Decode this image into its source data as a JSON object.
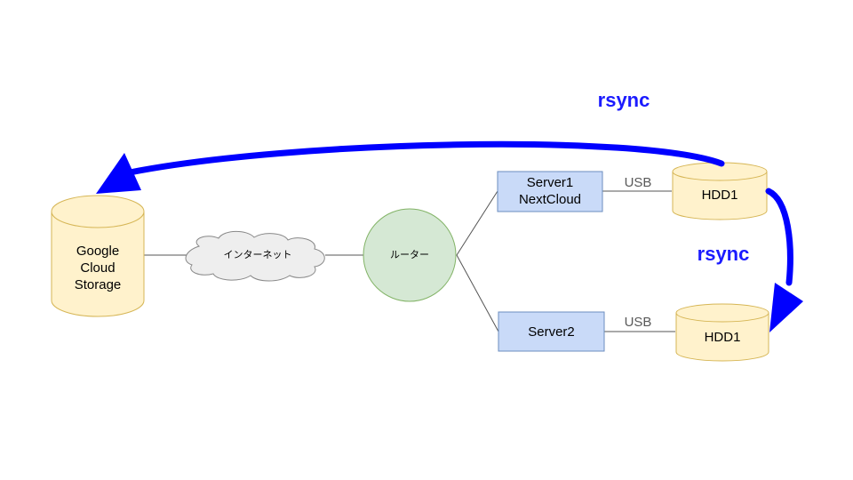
{
  "nodes": {
    "gcs": {
      "lines": [
        "Google",
        "Cloud",
        "Storage"
      ]
    },
    "internet": {
      "label": "インターネット"
    },
    "router": {
      "label": "ルーター"
    },
    "server1": {
      "lines": [
        "Server1",
        "NextCloud"
      ]
    },
    "server2": {
      "label": "Server2"
    },
    "hdd_top": {
      "label": "HDD1"
    },
    "hdd_bottom": {
      "label": "HDD1"
    }
  },
  "links": {
    "usb_top": "USB",
    "usb_bottom": "USB"
  },
  "sync": {
    "top": "rsync",
    "right": "rsync"
  },
  "colors": {
    "arrow": "#0000ff",
    "rsync_text": "#1b1bff",
    "cylinder_fill": "#fff2cc",
    "cylinder_stroke": "#d6b656",
    "server_fill": "#c9daf8",
    "server_stroke": "#6c8ebf",
    "router_fill": "#d5e8d4",
    "router_stroke": "#82b366",
    "cloud_fill": "#eeeeee",
    "cloud_stroke": "#888888"
  }
}
